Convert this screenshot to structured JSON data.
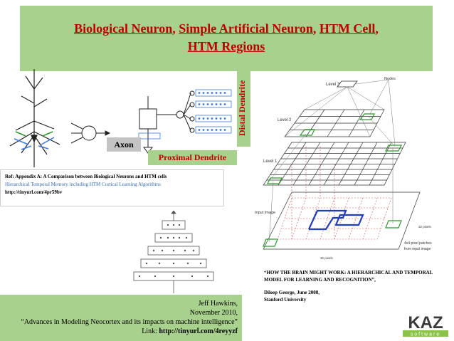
{
  "title": {
    "t1": "Biological Neuron",
    "t2": "Simple Artificial Neuron",
    "t3": "HTM Cell",
    "t4": "HTM Regions"
  },
  "labels": {
    "distal": "Distal Dendrite",
    "axon": "Axon",
    "proximal": "Proximal Dendrite"
  },
  "reference": {
    "line1": "Ref: Appendix A: A Comparison between Biological Neurons and HTM cells",
    "line2": "Hierarchical Temporal Memory including HTM Cortical Learning Algorithms",
    "line3": "http://tinyurl.com/4pr59bv"
  },
  "jeff": {
    "line1": "Jeff Hawkins,",
    "line2": "November 2010,",
    "line3": "“Advances in Modeling Neocortex and its impacts on machine intelligence”",
    "link_label": "Link: ",
    "link": "http://tinyurl.com/4reyyzf"
  },
  "quote": {
    "line1": "“HOW THE BRAIN MIGHT WORK: A HIERARCHICAL AND TEMPORAL MODEL FOR LEARNING AND RECOGNITION”,",
    "line2": "Dileep George, June 2008,",
    "line3": "Stanford University"
  },
  "diagram": {
    "level3": "Level 3",
    "level2": "Level 2",
    "level1": "Level 1",
    "nodes": "Nodes",
    "input": "Input Image",
    "patches1": "4x4 pixel patches",
    "patches2": "from input image",
    "px1": "32 pixels",
    "px2": "32 pixels"
  },
  "logo": {
    "text": "KAZ",
    "sub": "software"
  },
  "colors": {
    "title_bg": "#a9d18e",
    "title_text": "#c00000",
    "axon_bg": "#c4c4c4"
  }
}
